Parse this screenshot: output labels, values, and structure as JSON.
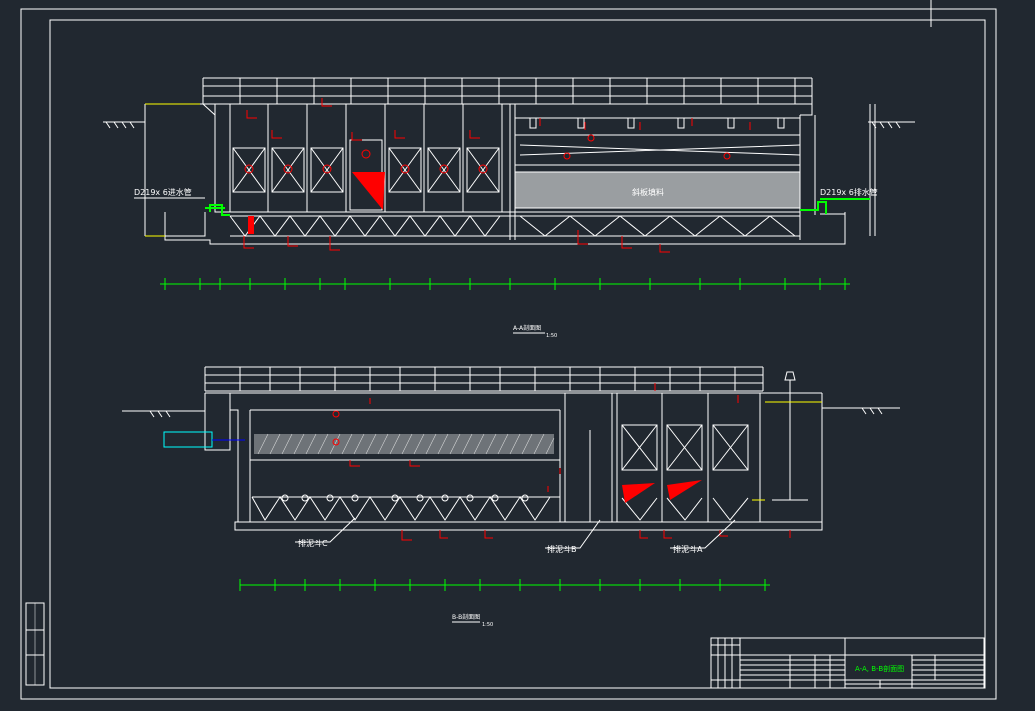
{
  "viewer": {
    "background": "#212830",
    "frame_color": "#ffffff",
    "accent_red": "#ff0000",
    "accent_green": "#00ff00",
    "accent_yellow": "#ffff00",
    "accent_cyan": "#00ffff"
  },
  "section_top": {
    "pipe_left_label": "D219x 6进水管",
    "pipe_right_label": "D219x 6排水管",
    "filter_media_label": "斜板填料",
    "caption": "A-A剖面图",
    "caption_scale": "1:50"
  },
  "section_bottom": {
    "hopper_labels": [
      "排泥斗C",
      "排泥斗B",
      "排泥斗A"
    ],
    "caption": "B-B剖面图",
    "caption_scale": "1:50"
  },
  "title_block": {
    "drawing_title": "A-A, B-B剖面图"
  }
}
